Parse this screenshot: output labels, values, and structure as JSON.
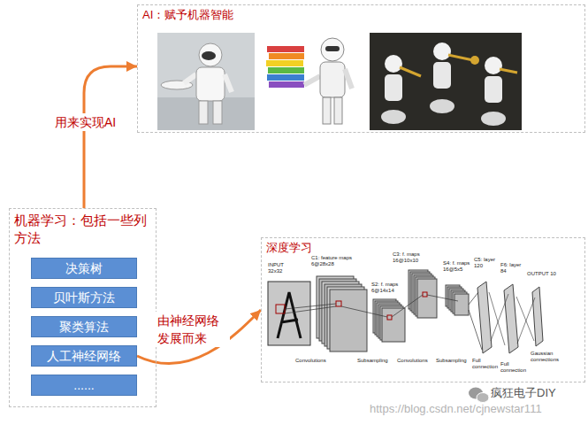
{
  "diagram": {
    "nodes": [
      {
        "text": [
          "AI：赋予机器智能"
        ]
      },
      {
        "text": [
          "机器学习：包括一些列方法"
        ]
      },
      {
        "text": [
          "决策树"
        ],
        "in": 1
      },
      {
        "text": [
          "贝叶斯方法"
        ],
        "in": 1
      },
      {
        "text": [
          "聚类算法"
        ],
        "in": 1
      },
      {
        "text": [
          "人工神经网络"
        ],
        "in": 1
      },
      {
        "text": [
          "......"
        ],
        "in": 1
      },
      {
        "text": [
          "深度学习"
        ]
      }
    ],
    "edges": [
      {
        "from": 1,
        "to": 0,
        "label": "用来实现AI",
        "arrow": "to"
      },
      {
        "from": 5,
        "to": 7,
        "label": "由神经网络发展而来",
        "arrow": "to"
      }
    ],
    "labels": [
      "INPUT 32x32",
      "C1: feature maps 6@28x28",
      "S2: f. maps 6@14x14",
      "C3: f. maps 16@10x10",
      "S4: f. maps 16@5x5",
      "C5: layer 120",
      "F6: layer 84",
      "OUTPUT 10",
      "Convolutions",
      "Subsampling",
      "Convolutions",
      "Subsampling",
      "Full connection",
      "Full connection",
      "Gaussian connections",
      "疯狂电子DIY",
      "https://blog.csdn.net/cjnewstar111"
    ]
  }
}
